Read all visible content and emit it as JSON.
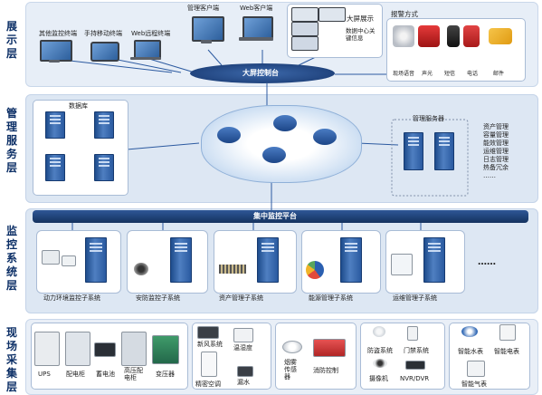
{
  "layers": {
    "display": "展示层",
    "management": "管理服务层",
    "monitor": "监控系统层",
    "field": "现场采集层"
  },
  "display": {
    "terminals": [
      "其他监控终端",
      "手持移动终端",
      "Web远程终端"
    ],
    "management_client": "管理客户端",
    "web_client": "Web客户端",
    "big_screen_display": "大屏展示",
    "big_screen_caption": "数据中心关键信息",
    "big_screen_console": "大屏控制台",
    "alarm_title": "报警方式",
    "alarm_methods": [
      "现场语音",
      "声光",
      "短信",
      "电话",
      "邮件"
    ]
  },
  "management": {
    "database": "数据库",
    "mgmt_server": "管理服务器",
    "functions": [
      "资产管理",
      "容量管理",
      "能效管理",
      "运维管理",
      "日志管理",
      "热备冗余",
      "……"
    ]
  },
  "monitor": {
    "platform": "集中监控平台",
    "subsystems": [
      "动力环境监控子系统",
      "安防监控子系统",
      "资产管理子系统",
      "能源管理子系统",
      "运维管理子系统"
    ],
    "ellipsis": "……"
  },
  "field": {
    "power_devices": [
      "UPS",
      "配电柜",
      "蓄电池",
      "高压配电柜",
      "变压器"
    ],
    "env_devices": [
      "新风系统",
      "温湿度",
      "精密空调",
      "漏水"
    ],
    "fire_devices": [
      "烟雾传感器",
      "消防控制"
    ],
    "security_devices": [
      "防盗系统",
      "门禁系统",
      "摄像机",
      "NVR/DVR"
    ],
    "meters": [
      "智能水表",
      "智能电表",
      "智能气表"
    ]
  },
  "colors": {
    "primary_dark": "#0c2f66",
    "bar": "#1c3f78",
    "band": "#dde7f3"
  }
}
